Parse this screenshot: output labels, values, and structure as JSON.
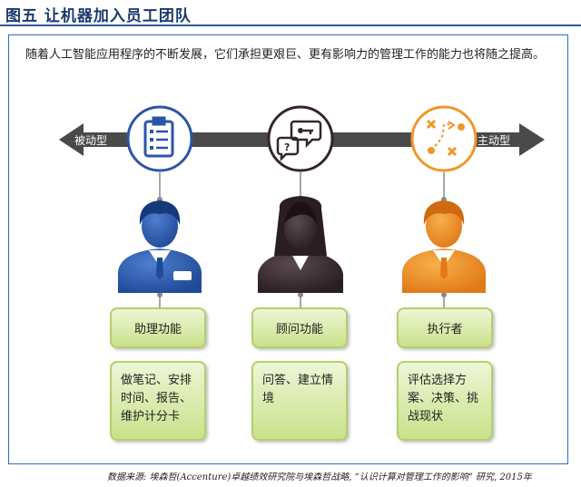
{
  "figure": {
    "title": "图五  让机器加入员工团队"
  },
  "intro": "随着人工智能应用程序的不断发展，它们承担更艰巨、更有影响力的管理工作的能力也将随之提高。",
  "arrow": {
    "left_label": "被动型",
    "right_label": "主动型"
  },
  "roles": [
    {
      "icon": "checklist-icon",
      "person": "male-assistant-avatar",
      "title": "助理功能",
      "description": "做笔记、安排时间、报告、维护计分卡"
    },
    {
      "icon": "chat-bubbles-icon",
      "person": "female-advisor-avatar",
      "title": "顾问功能",
      "description": "问答、建立情境"
    },
    {
      "icon": "strategy-play-icon",
      "person": "male-executor-avatar",
      "title": "执行者",
      "description": "评估选择方案、决策、挑战现状"
    }
  ],
  "colors": {
    "blue": "#2a55a6",
    "dark": "#35252b",
    "orange": "#f0962a",
    "arrow": "#4a4a4a",
    "box_green": "#c9e18a"
  },
  "source": "数据来源: 埃森哲(Accenture)卓越绩效研究院与埃森哲战略, “认识计算对管理工作的影响” 研究, 2015年"
}
